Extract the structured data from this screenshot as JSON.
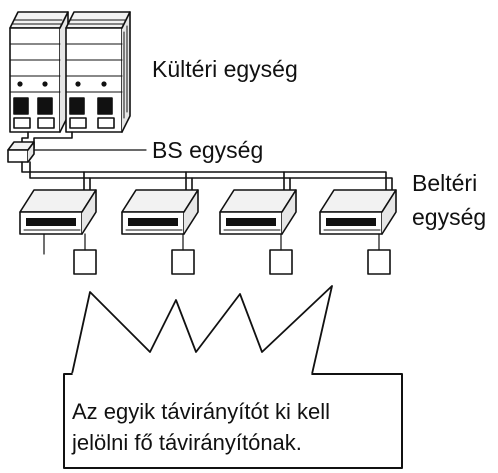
{
  "labels": {
    "outdoor_unit": "Kültéri egység",
    "bs_unit": "BS egység",
    "indoor_unit_line1": "Beltéri",
    "indoor_unit_line2": "egység"
  },
  "callout": {
    "line1": "Az egyik távirányítót ki kell",
    "line2": "jelölni fő távirányítónak."
  },
  "colors": {
    "stroke": "#111111",
    "background": "#ffffff"
  }
}
